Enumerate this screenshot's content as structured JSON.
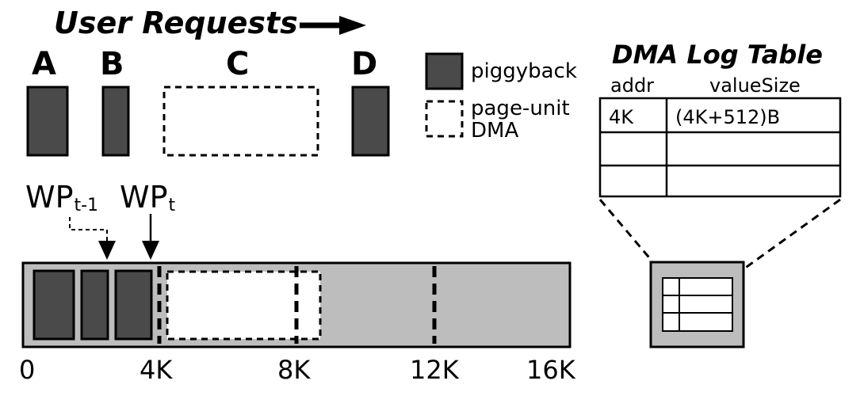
{
  "user_requests": {
    "title": "User Requests",
    "requests": [
      "A",
      "B",
      "C",
      "D"
    ]
  },
  "legend": {
    "piggyback": "piggyback",
    "page_unit_line1": "page-unit",
    "page_unit_line2": "DMA"
  },
  "write_pointers": {
    "prev_main": "WP",
    "prev_sub": "t-1",
    "curr_main": "WP",
    "curr_sub": "t"
  },
  "buffer": {
    "ticks": [
      "0",
      "4K",
      "8K",
      "12K",
      "16K"
    ]
  },
  "dma_log_table": {
    "title": "DMA Log Table",
    "columns": [
      "addr",
      "valueSize"
    ],
    "rows": [
      [
        "4K",
        "(4K+512)B"
      ],
      [
        "",
        ""
      ],
      [
        "",
        ""
      ]
    ]
  },
  "colors": {
    "piggyback_fill": "#4a4a4a",
    "buffer_fill": "#bdbdbd",
    "stroke": "#000000"
  }
}
